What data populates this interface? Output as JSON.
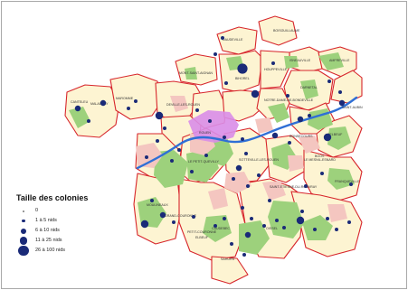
{
  "map": {
    "colors": {
      "commune_fill": "#fdf4d2",
      "commune_border": "#d7262c",
      "green_space": "#9dd17c",
      "built_area": "#f4c6c0",
      "city_center": "#d98de8",
      "river": "#2f6fd6",
      "nest_marker": "#1a2a78"
    },
    "commune_labels": [
      "DAUDEVILLE",
      "BOISGUILLAUME",
      "MONT-SAINT-AIGNAN",
      "BIHOREL",
      "DARNETAL",
      "MAROMME",
      "DEVILLE-LES-ROUEN",
      "ROUEN",
      "LE PETIT-QUEVILLY",
      "SOTTEVILLE-LES-ROUEN",
      "SAINT-ETIENNE-DU-ROUVRAY",
      "GRAND-COURONNE",
      "PETIT-COURONNE",
      "MALAUNAY",
      "CANTELEU",
      "BOOS",
      "ISNEAUVILLE",
      "AMFREVILLE",
      "BELBEUF",
      "OISSEL",
      "ELBEUF",
      "CAUDEBEC",
      "MOULINEAUX",
      "FRANQUEVILLE",
      "BONSECOURS",
      "LE MESNIL-ESNARD",
      "SAINT-AUBIN",
      "HOUPPEVILLE",
      "NOTRE-DAME-DE-BONDEVILLE",
      "SAHURS"
    ]
  },
  "legend": {
    "title": "Taille des colonies",
    "classes": [
      {
        "label": "0",
        "level": 0
      },
      {
        "label": "1 à 5 nids",
        "level": 1
      },
      {
        "label": "6 à 10 nids",
        "level": 2
      },
      {
        "label": "11 à 25 nids",
        "level": 3
      },
      {
        "label": "26 à 100 nids",
        "level": 4
      }
    ]
  }
}
